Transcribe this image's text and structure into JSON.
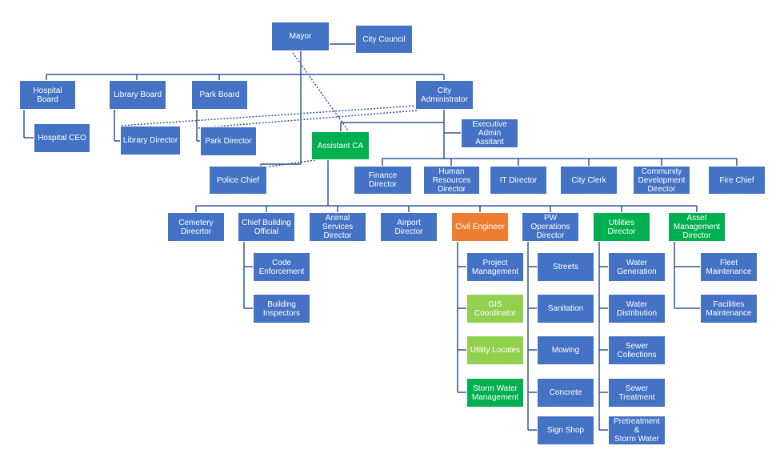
{
  "colors": {
    "blue": "#4472c4",
    "green": "#00b050",
    "light_green": "#92d050",
    "orange": "#ed7d31",
    "connector": "#2f5597"
  },
  "nodes": {
    "mayor": "Mayor",
    "city_council": "City Council",
    "hospital_board": "Hospital Board",
    "library_board": "Library Board",
    "park_board": "Park Board",
    "city_administrator": "City\nAdministrator",
    "hospital_ceo": "Hospital CEO",
    "library_director": "Library Director",
    "park_director": "Park Director",
    "assistant_ca": "Assistant CA",
    "executive_admin": "Executive Admin\nAssitant",
    "police_chief": "Police Chief",
    "finance_director": "Finance Director",
    "hr_director": "Human\nResources\nDirector",
    "it_director": "IT Director",
    "city_clerk": "City Clerk",
    "community_dev": "Community\nDevelopment\nDirector",
    "fire_chief": "Fire Chief",
    "cemetery_director": "Cemetery\nDirecrtor",
    "chief_building": "Chief Building\nOfficial",
    "animal_services": "Animal Services\nDirector",
    "airport_director": "Airport Director",
    "civil_engineer": "Civil Engineer",
    "pw_operations": "PW Operations\nDirector",
    "utilities_director": "Utilities Director",
    "asset_management": "Asset\nManagement\nDirector",
    "code_enforcement": "Code\nEnforcement",
    "building_inspectors": "Building\nInspectors",
    "project_management": "Project\nManagement",
    "gis_coordinator": "GIS Coordinator",
    "utility_locates": "Utility Locates",
    "storm_water_mgmt": "Storm Water\nManagement",
    "streets": "Streets",
    "sanitation": "Sanitation",
    "mowing": "Mowing",
    "concrete": "Concrete",
    "sign_shop": "Sign Shop",
    "water_generation": "Water\nGeneration",
    "water_distribution": "Water\nDistribution",
    "sewer_collections": "Sewer Collections",
    "sewer_treatment": "Sewer Treatment",
    "pretreatment": "Pretreatment &\nStorm Water",
    "fleet_maintenance": "Fleet\nMaintenance",
    "facilities_maintenance": "Facilities\nMaintenance"
  }
}
